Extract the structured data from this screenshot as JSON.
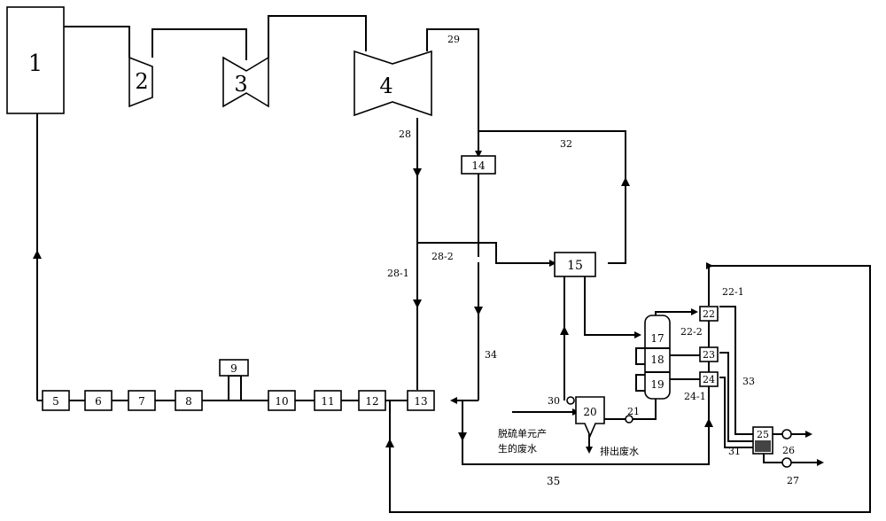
{
  "units": {
    "u1": "1",
    "u2": "2",
    "u3": "3",
    "u4": "4",
    "u5": "5",
    "u6": "6",
    "u7": "7",
    "u8": "8",
    "u9": "9",
    "u10": "10",
    "u11": "11",
    "u12": "12",
    "u13": "13",
    "u14": "14",
    "u15": "15",
    "u17": "17",
    "u18": "18",
    "u19": "19",
    "u20": "20",
    "u22": "22",
    "u23": "23",
    "u24": "24",
    "u25": "25"
  },
  "streams": {
    "s21": "21",
    "s22_1": "22-1",
    "s22_2": "22-2",
    "s24_1": "24-1",
    "s26": "26",
    "s27": "27",
    "s28": "28",
    "s28_1": "28-1",
    "s28_2": "28-2",
    "s29": "29",
    "s30": "30",
    "s31": "31",
    "s32": "32",
    "s33": "33",
    "s34": "34",
    "s35": "35"
  },
  "notes": {
    "desulfur_line1": "脱硫单元产",
    "desulfur_line2": "生的废水",
    "discharge": "排出废水"
  }
}
